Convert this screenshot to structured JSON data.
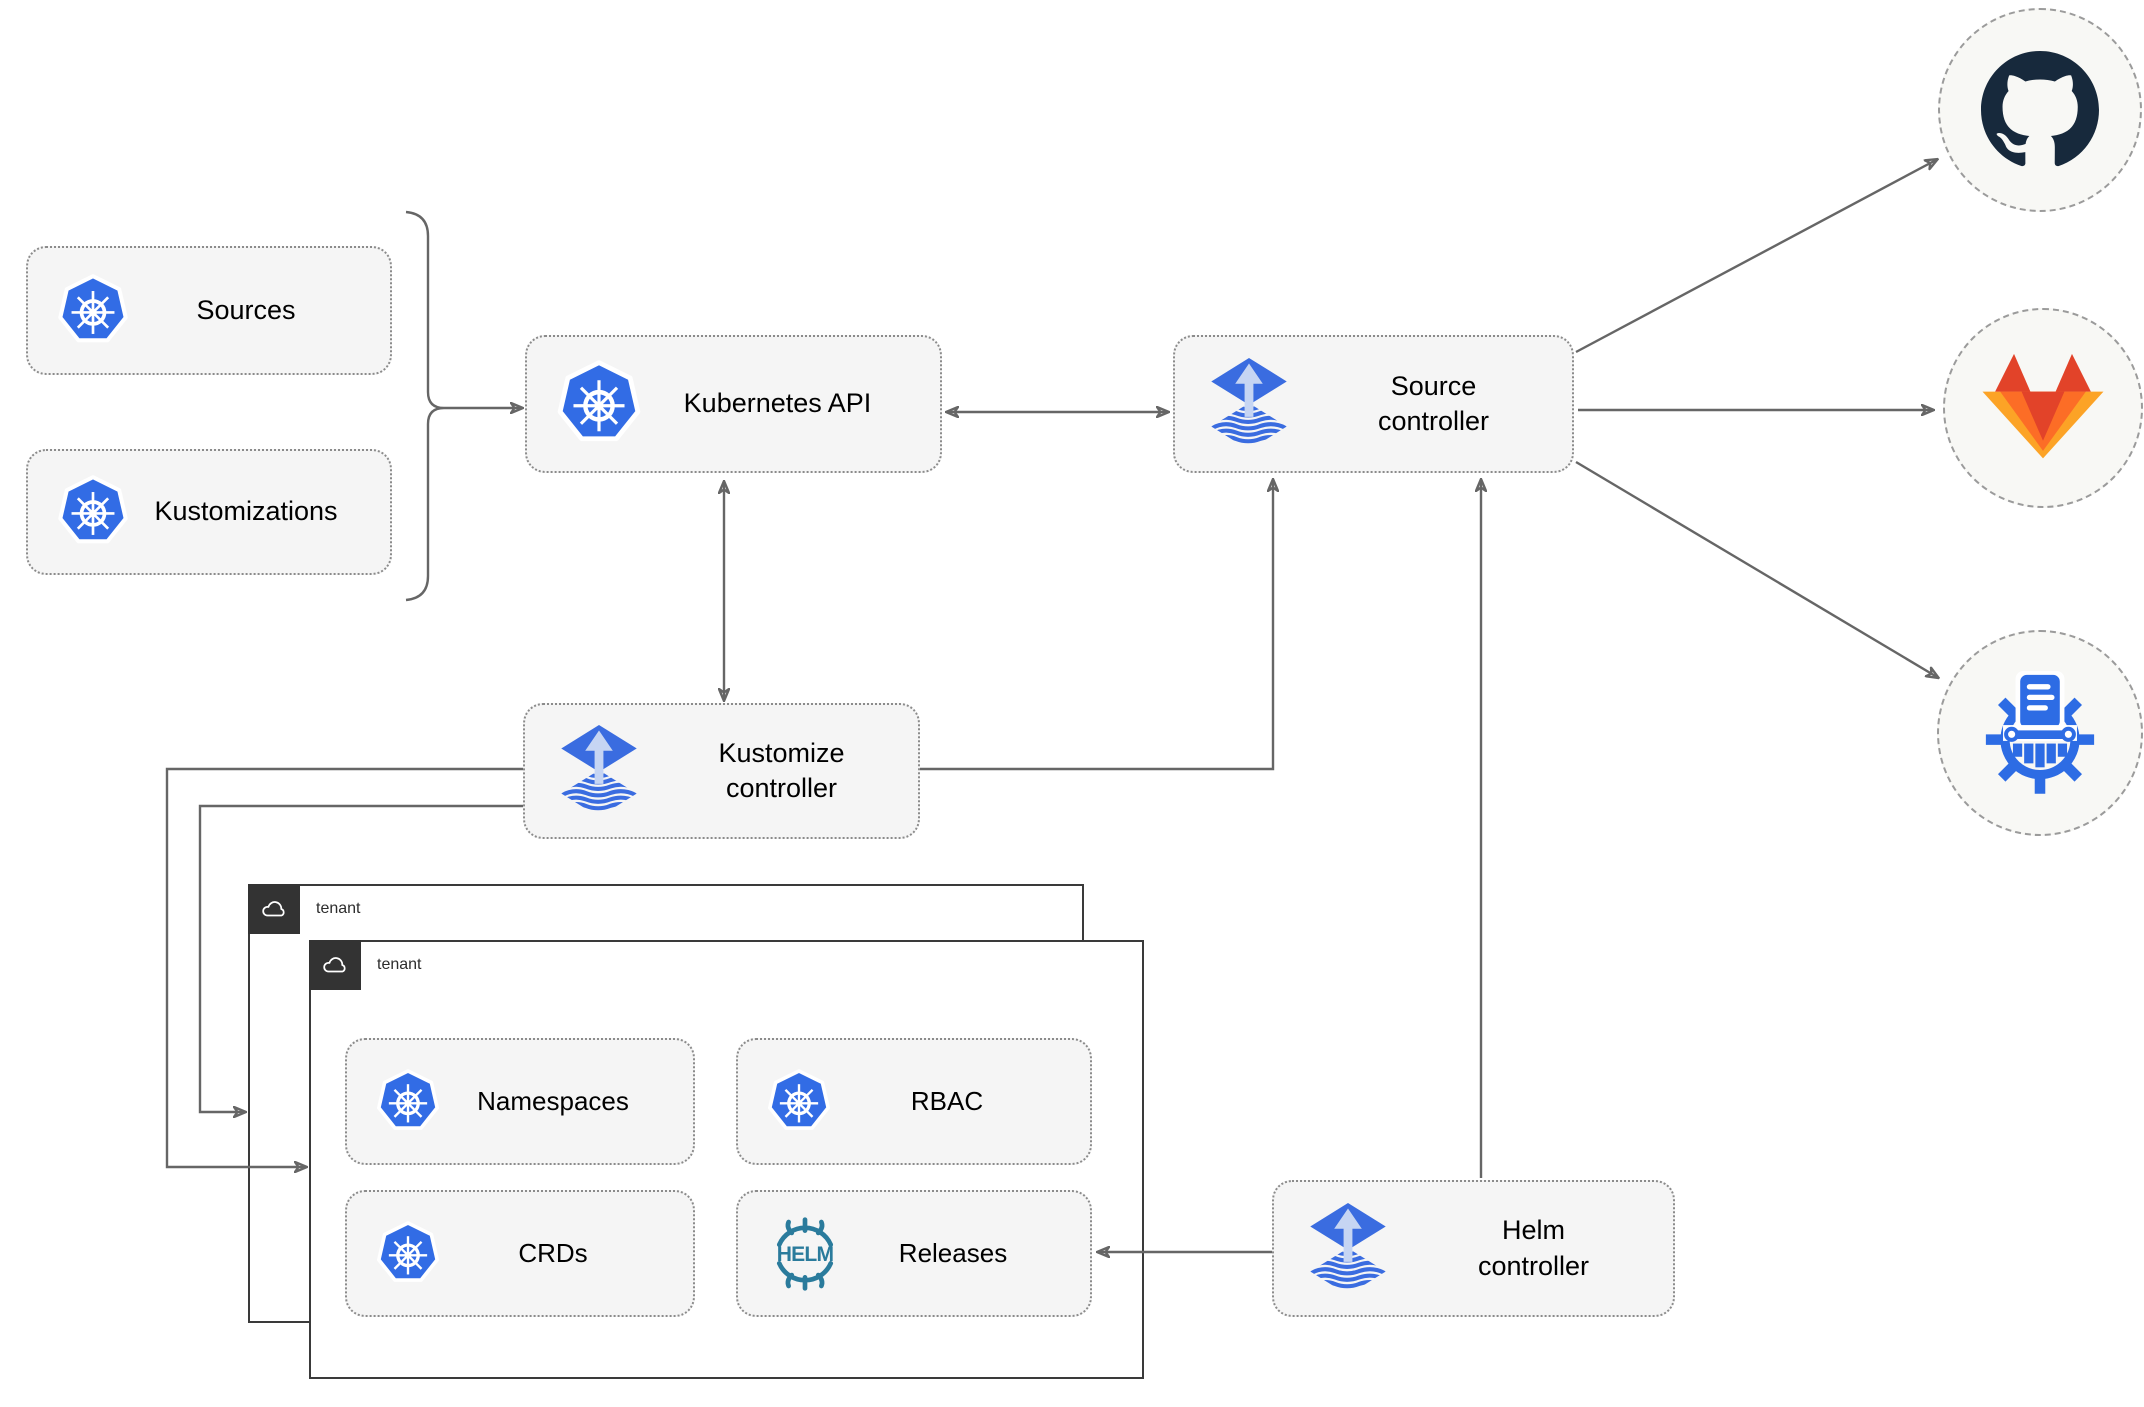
{
  "diagram": {
    "colors": {
      "node_fill": "#f5f5f5",
      "node_border": "#8b8b8b",
      "arrow": "#666666",
      "tenant_border": "#3a3a3a",
      "tenant_tab": "#333333",
      "kubernetes_blue": "#326ce5",
      "flux_blue": "#3a6ce0",
      "flux_arrow_light": "#c6d5f3",
      "helm_teal": "#2a7b9c",
      "github_dark": "#17293c",
      "gitlab_orange_dark": "#e24329",
      "gitlab_orange_mid": "#fc6d26",
      "gitlab_orange_light": "#fca326",
      "kustomize_blue": "#2d6ce4",
      "endpoint_fill": "#f8f8f5",
      "endpoint_border": "#9b9b9b"
    },
    "nodes": {
      "sources": {
        "label": "Sources",
        "icon": "kubernetes"
      },
      "kustomizations": {
        "label": "Kustomizations",
        "icon": "kubernetes"
      },
      "kubernetes_api": {
        "label": "Kubernetes API",
        "icon": "kubernetes"
      },
      "source_controller": {
        "label": "Source controller",
        "icon": "flux"
      },
      "kustomize_controller": {
        "label": "Kustomize controller",
        "icon": "flux"
      },
      "helm_controller": {
        "label": "Helm controller",
        "icon": "flux"
      },
      "namespaces": {
        "label": "Namespaces",
        "icon": "kubernetes"
      },
      "rbac": {
        "label": "RBAC",
        "icon": "kubernetes"
      },
      "crds": {
        "label": "CRDs",
        "icon": "kubernetes"
      },
      "releases": {
        "label": "Releases",
        "icon": "helm"
      }
    },
    "tenants": {
      "back": {
        "label": "tenant",
        "icon": "cloud"
      },
      "front": {
        "label": "tenant",
        "icon": "cloud"
      }
    },
    "endpoints": {
      "github": {
        "icon": "github"
      },
      "gitlab": {
        "icon": "gitlab"
      },
      "kustomize": {
        "icon": "kustomize"
      }
    }
  }
}
